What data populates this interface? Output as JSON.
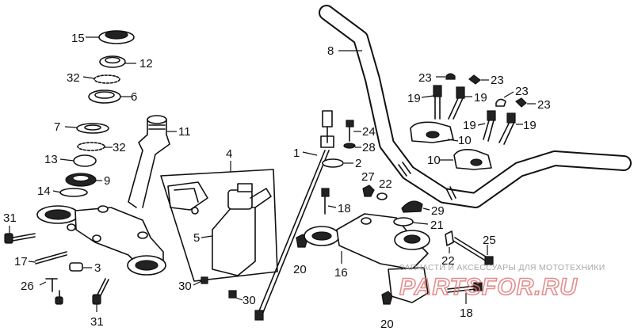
{
  "callouts": {
    "c15": "15",
    "c12": "12",
    "c32a": "32",
    "c6": "6",
    "c7": "7",
    "c32b": "32",
    "c13": "13",
    "c9": "9",
    "c14": "14",
    "c11": "11",
    "c31a": "31",
    "c17": "17",
    "c3": "3",
    "c26": "26",
    "c31b": "31",
    "c4": "4",
    "c5": "5",
    "c30a": "30",
    "c30b": "30",
    "c1": "1",
    "c2": "2",
    "c24": "24",
    "c28": "28",
    "c27": "27",
    "c22a": "22",
    "c18a": "18",
    "c20a": "20",
    "c16": "16",
    "c29": "29",
    "c21": "21",
    "c25": "25",
    "c22b": "22",
    "c20b": "20",
    "c18b": "18",
    "c8": "8",
    "c23a": "23",
    "c23b": "23",
    "c23c": "23",
    "c23d": "23",
    "c19a": "19",
    "c19b": "19",
    "c19c": "19",
    "c19d": "19",
    "c10a": "10",
    "c10b": "10"
  },
  "watermark": {
    "caption": "ЗАПЧАСТИ И АКСЕССУАРЫ ДЛЯ МОТОТЕХНИКИ",
    "logo": "PARTSFOR.RU"
  }
}
